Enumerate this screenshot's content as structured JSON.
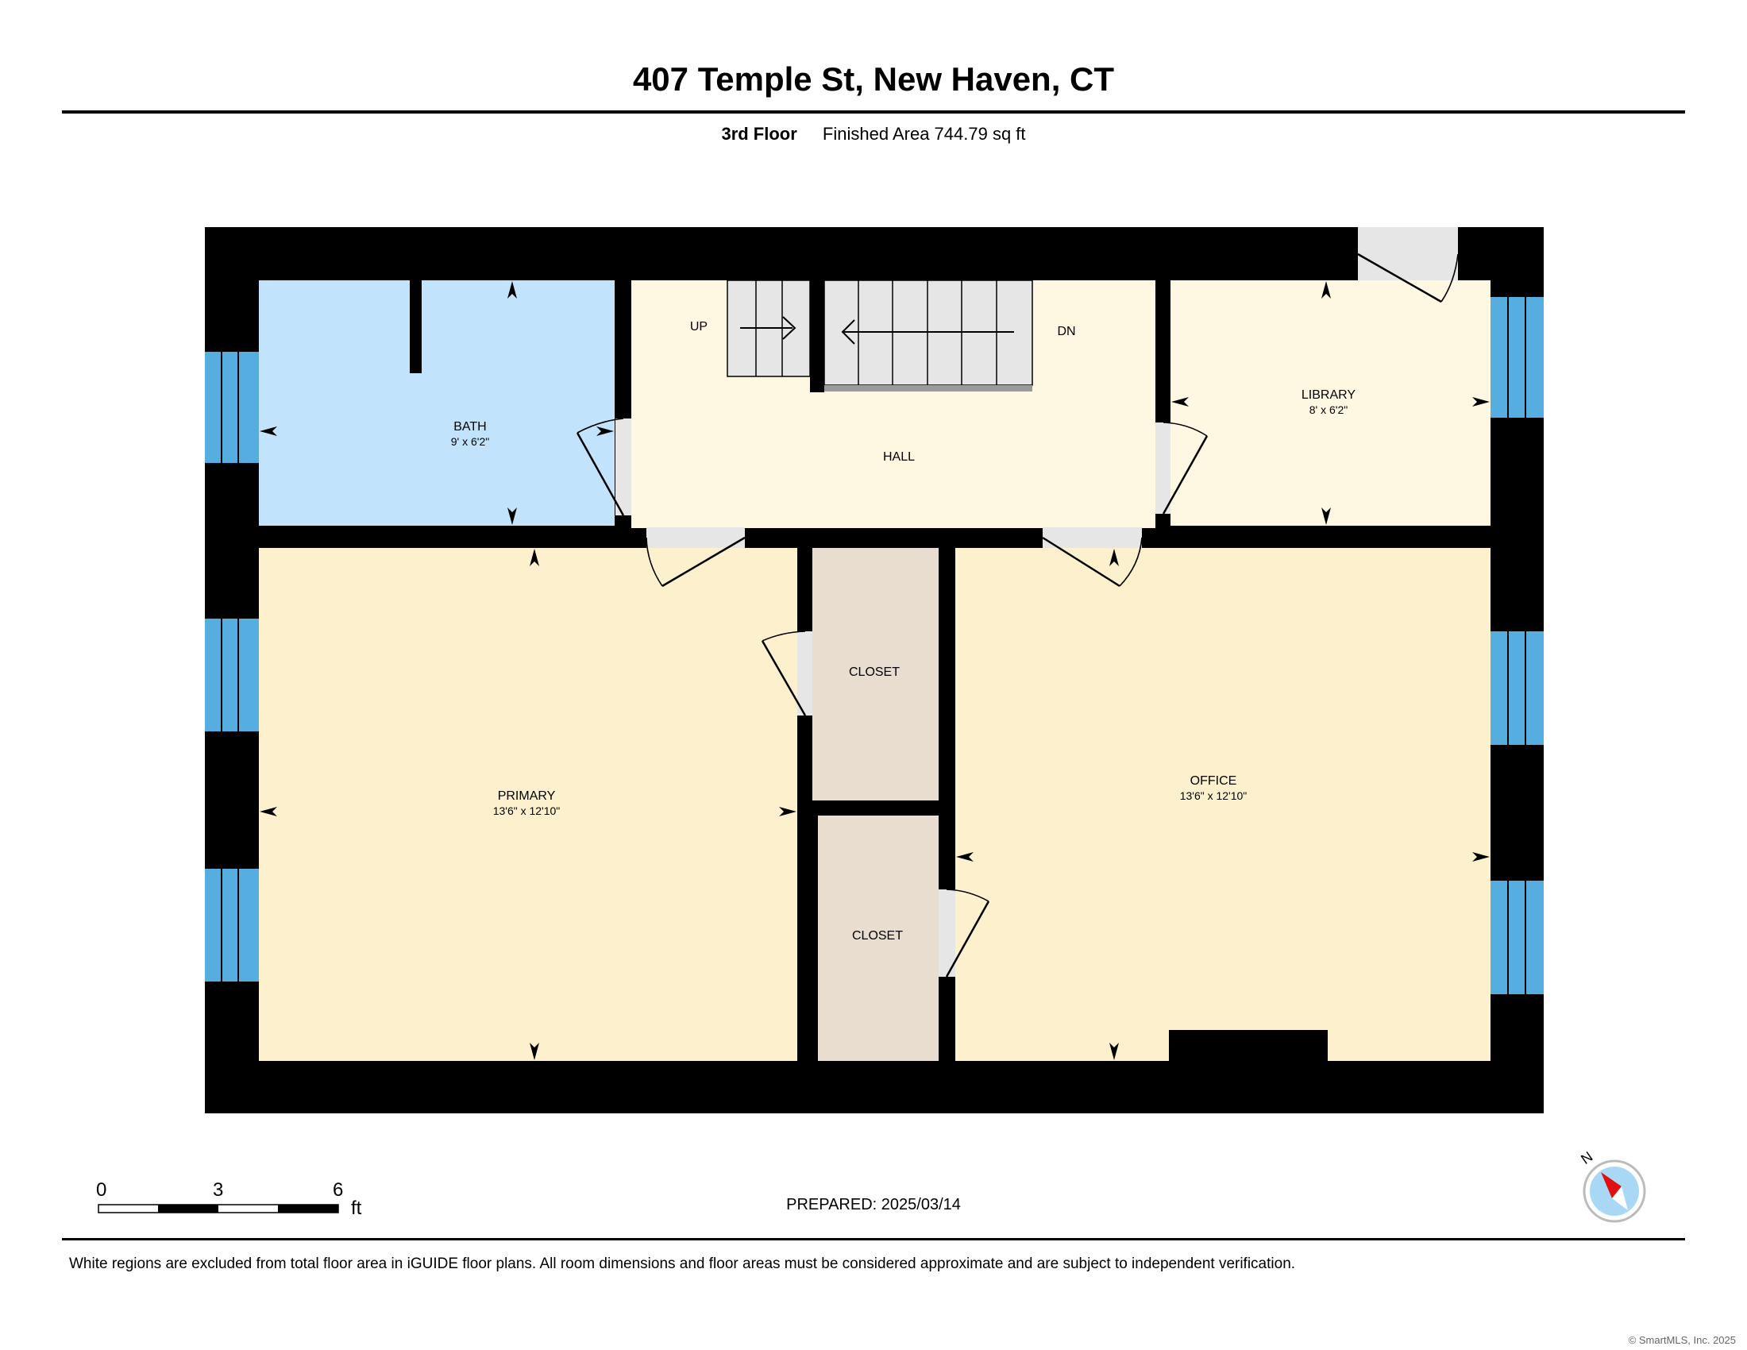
{
  "header": {
    "title": "407 Temple St, New Haven, CT",
    "floor": "3rd Floor",
    "area": "Finished Area 744.79 sq ft"
  },
  "rooms": {
    "bath": {
      "name": "BATH",
      "dims": "9' x 6'2\""
    },
    "hall": {
      "name": "HALL"
    },
    "library": {
      "name": "LIBRARY",
      "dims": "8' x 6'2\""
    },
    "primary": {
      "name": "PRIMARY",
      "dims": "13'6\" x 12'10\""
    },
    "office": {
      "name": "OFFICE",
      "dims": "13'6\" x 12'10\""
    },
    "closet_top": {
      "name": "CLOSET"
    },
    "closet_bottom": {
      "name": "CLOSET"
    }
  },
  "stairs": {
    "up_label": "UP",
    "down_label": "DN"
  },
  "scale": {
    "ticks": [
      "0",
      "3",
      "6"
    ],
    "unit": "ft"
  },
  "compass": {
    "north_label": "N"
  },
  "footer": {
    "prepared": "PREPARED: 2025/03/14",
    "disclaimer": "White regions are excluded from total floor area in iGUIDE floor plans. All room dimensions and floor areas must be considered approximate and are subject to independent verification.",
    "copyright": "© SmartMLS, Inc. 2025"
  },
  "colors": {
    "wall": "#000000",
    "bath": "#c1e3fb",
    "hall": "#fef7e1",
    "library": "#fef7e1",
    "primary": "#fdf0cc",
    "office": "#fdf0cc",
    "closet": "#e8ddce",
    "window": "#56aee0",
    "door": "#e6e6e6",
    "stairs": "#e6e6e6"
  }
}
